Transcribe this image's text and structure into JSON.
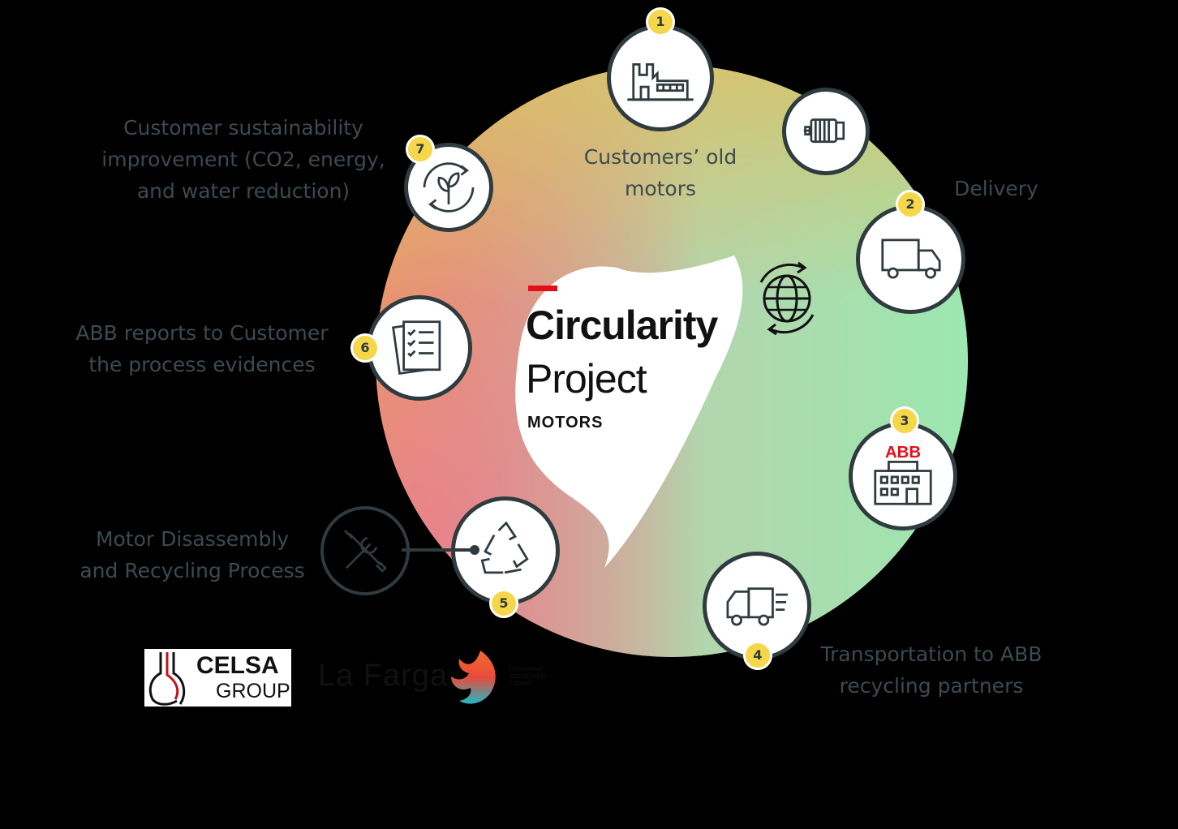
{
  "center": {
    "title_line1": "Circularity",
    "title_line2": "Project",
    "subtitle": "MOTORS"
  },
  "steps": [
    {
      "number": "1",
      "label_lines": [
        "Customers’ old",
        "motors"
      ],
      "icon": "factory-icon"
    },
    {
      "number": "2",
      "label_lines": [
        "Delivery"
      ],
      "icon": "truck-icon"
    },
    {
      "number": "3",
      "label_lines": [],
      "icon": "abb-building-icon",
      "icon_text": "ABB"
    },
    {
      "number": "4",
      "label_lines": [
        "Transportation to ABB",
        "recycling partners"
      ],
      "icon": "fast-truck-icon"
    },
    {
      "number": "5",
      "label_lines": [
        "Motor Disassembly",
        "and Recycling Process"
      ],
      "icon": "recycle-icon"
    },
    {
      "number": "6",
      "label_lines": [
        "ABB reports to Customer",
        "the process evidences"
      ],
      "icon": "report-checklist-icon"
    },
    {
      "number": "7",
      "label_lines": [
        "Customer sustainability",
        "improvement (CO2, energy,",
        "and water reduction)"
      ],
      "icon": "leaf-cycle-icon"
    }
  ],
  "extra_icons": [
    "motor-icon",
    "tools-icon"
  ],
  "partners": {
    "celsa_line1": "CELSA",
    "celsa_line2": "GROUP",
    "la_farga": "La Farga",
    "la_farga_tagline": [
      "Innovative",
      "sustainable",
      "copper"
    ]
  },
  "colors": {
    "ring_orange": "#e8a45c",
    "ring_pink": "#e9818a",
    "ring_green": "#9be8b0",
    "text": "#3b4b50",
    "badge": "#f6d74a",
    "abb_red": "#e3101a"
  }
}
